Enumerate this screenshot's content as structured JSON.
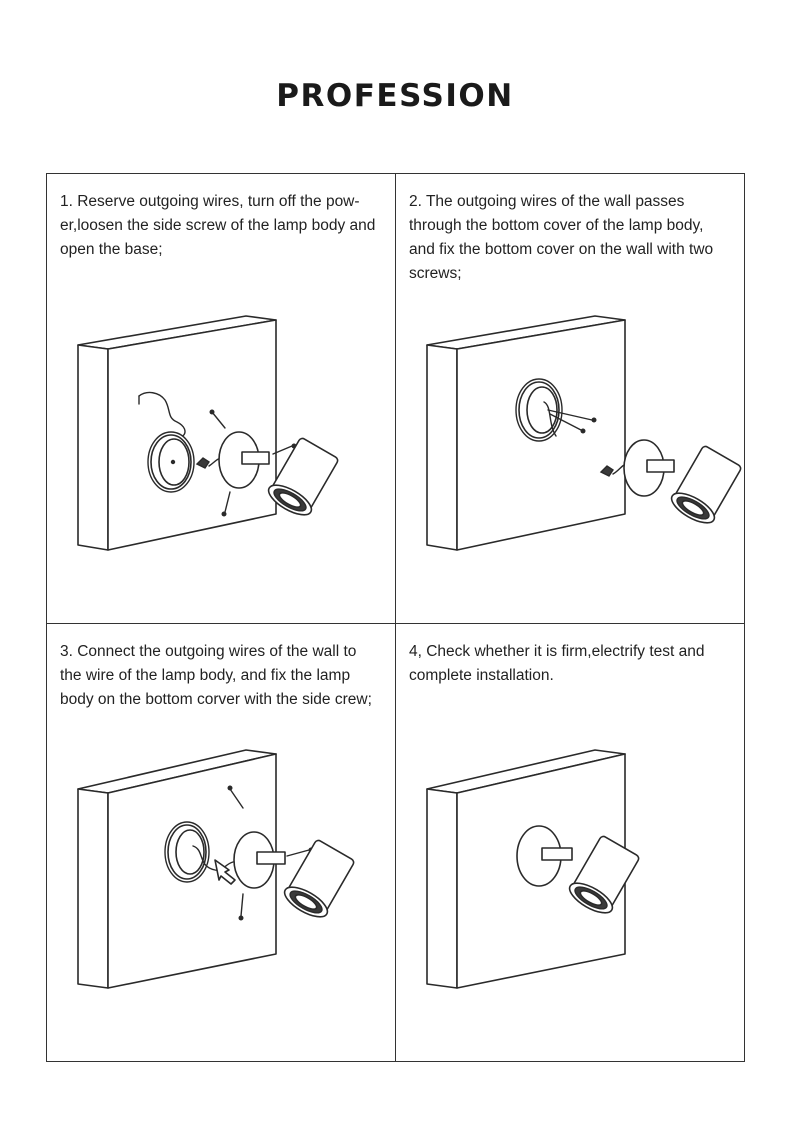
{
  "page": {
    "title": "PROFESSION"
  },
  "steps": [
    {
      "text": "1. Reserve outgoing wires, turn off the pow-er,loosen the side screw of the lamp body and open the base;"
    },
    {
      "text": "2. The outgoing wires of the wall passes through the bottom cover of the lamp body, and fix the bottom cover on the wall with two screws;"
    },
    {
      "text": "3. Connect the outgoing wires of the wall to the wire of the lamp body, and fix the lamp body on the bottom corver with the side crew;"
    },
    {
      "text": "4, Check whether it is firm,electrify test and complete installation."
    }
  ],
  "icons": {
    "wall": "wall-block",
    "base": "mounting-base",
    "lamp": "spot-lamp",
    "screw": "screw",
    "wire": "wire",
    "arrow": "insert-arrow"
  }
}
